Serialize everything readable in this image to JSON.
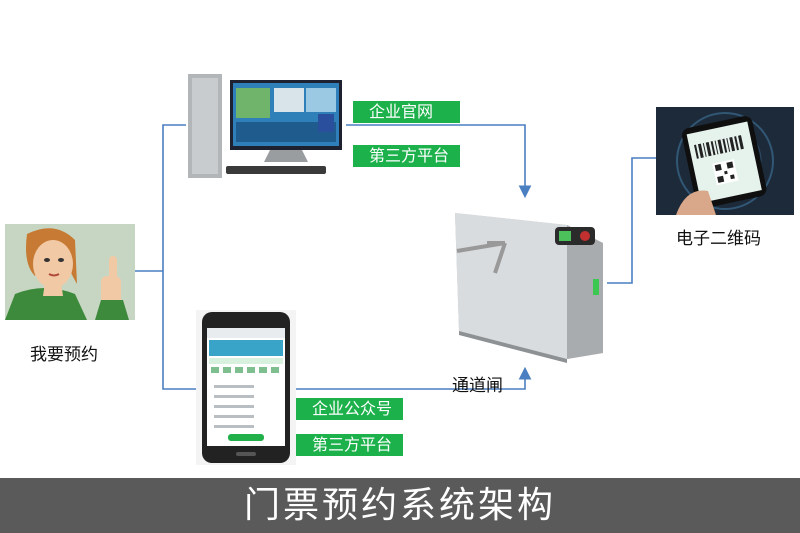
{
  "diagram": {
    "title": "门票预约系统架构",
    "user_label": "我要预约",
    "computer_tags": [
      "企业官网",
      "第三方平台"
    ],
    "phone_tags": [
      "企业公众号",
      "第三方平台"
    ],
    "gate_label": "通道闸",
    "qrcode_label": "电子二维码"
  },
  "colors": {
    "tag_green": "#1db14c",
    "connector_blue": "#4a7fc1",
    "title_bar": "#5a5a5a"
  },
  "icons": [
    "person-thumbs-up-icon",
    "desktop-computer-icon",
    "smartphone-icon",
    "turnstile-gate-icon",
    "qrcode-phone-icon"
  ]
}
